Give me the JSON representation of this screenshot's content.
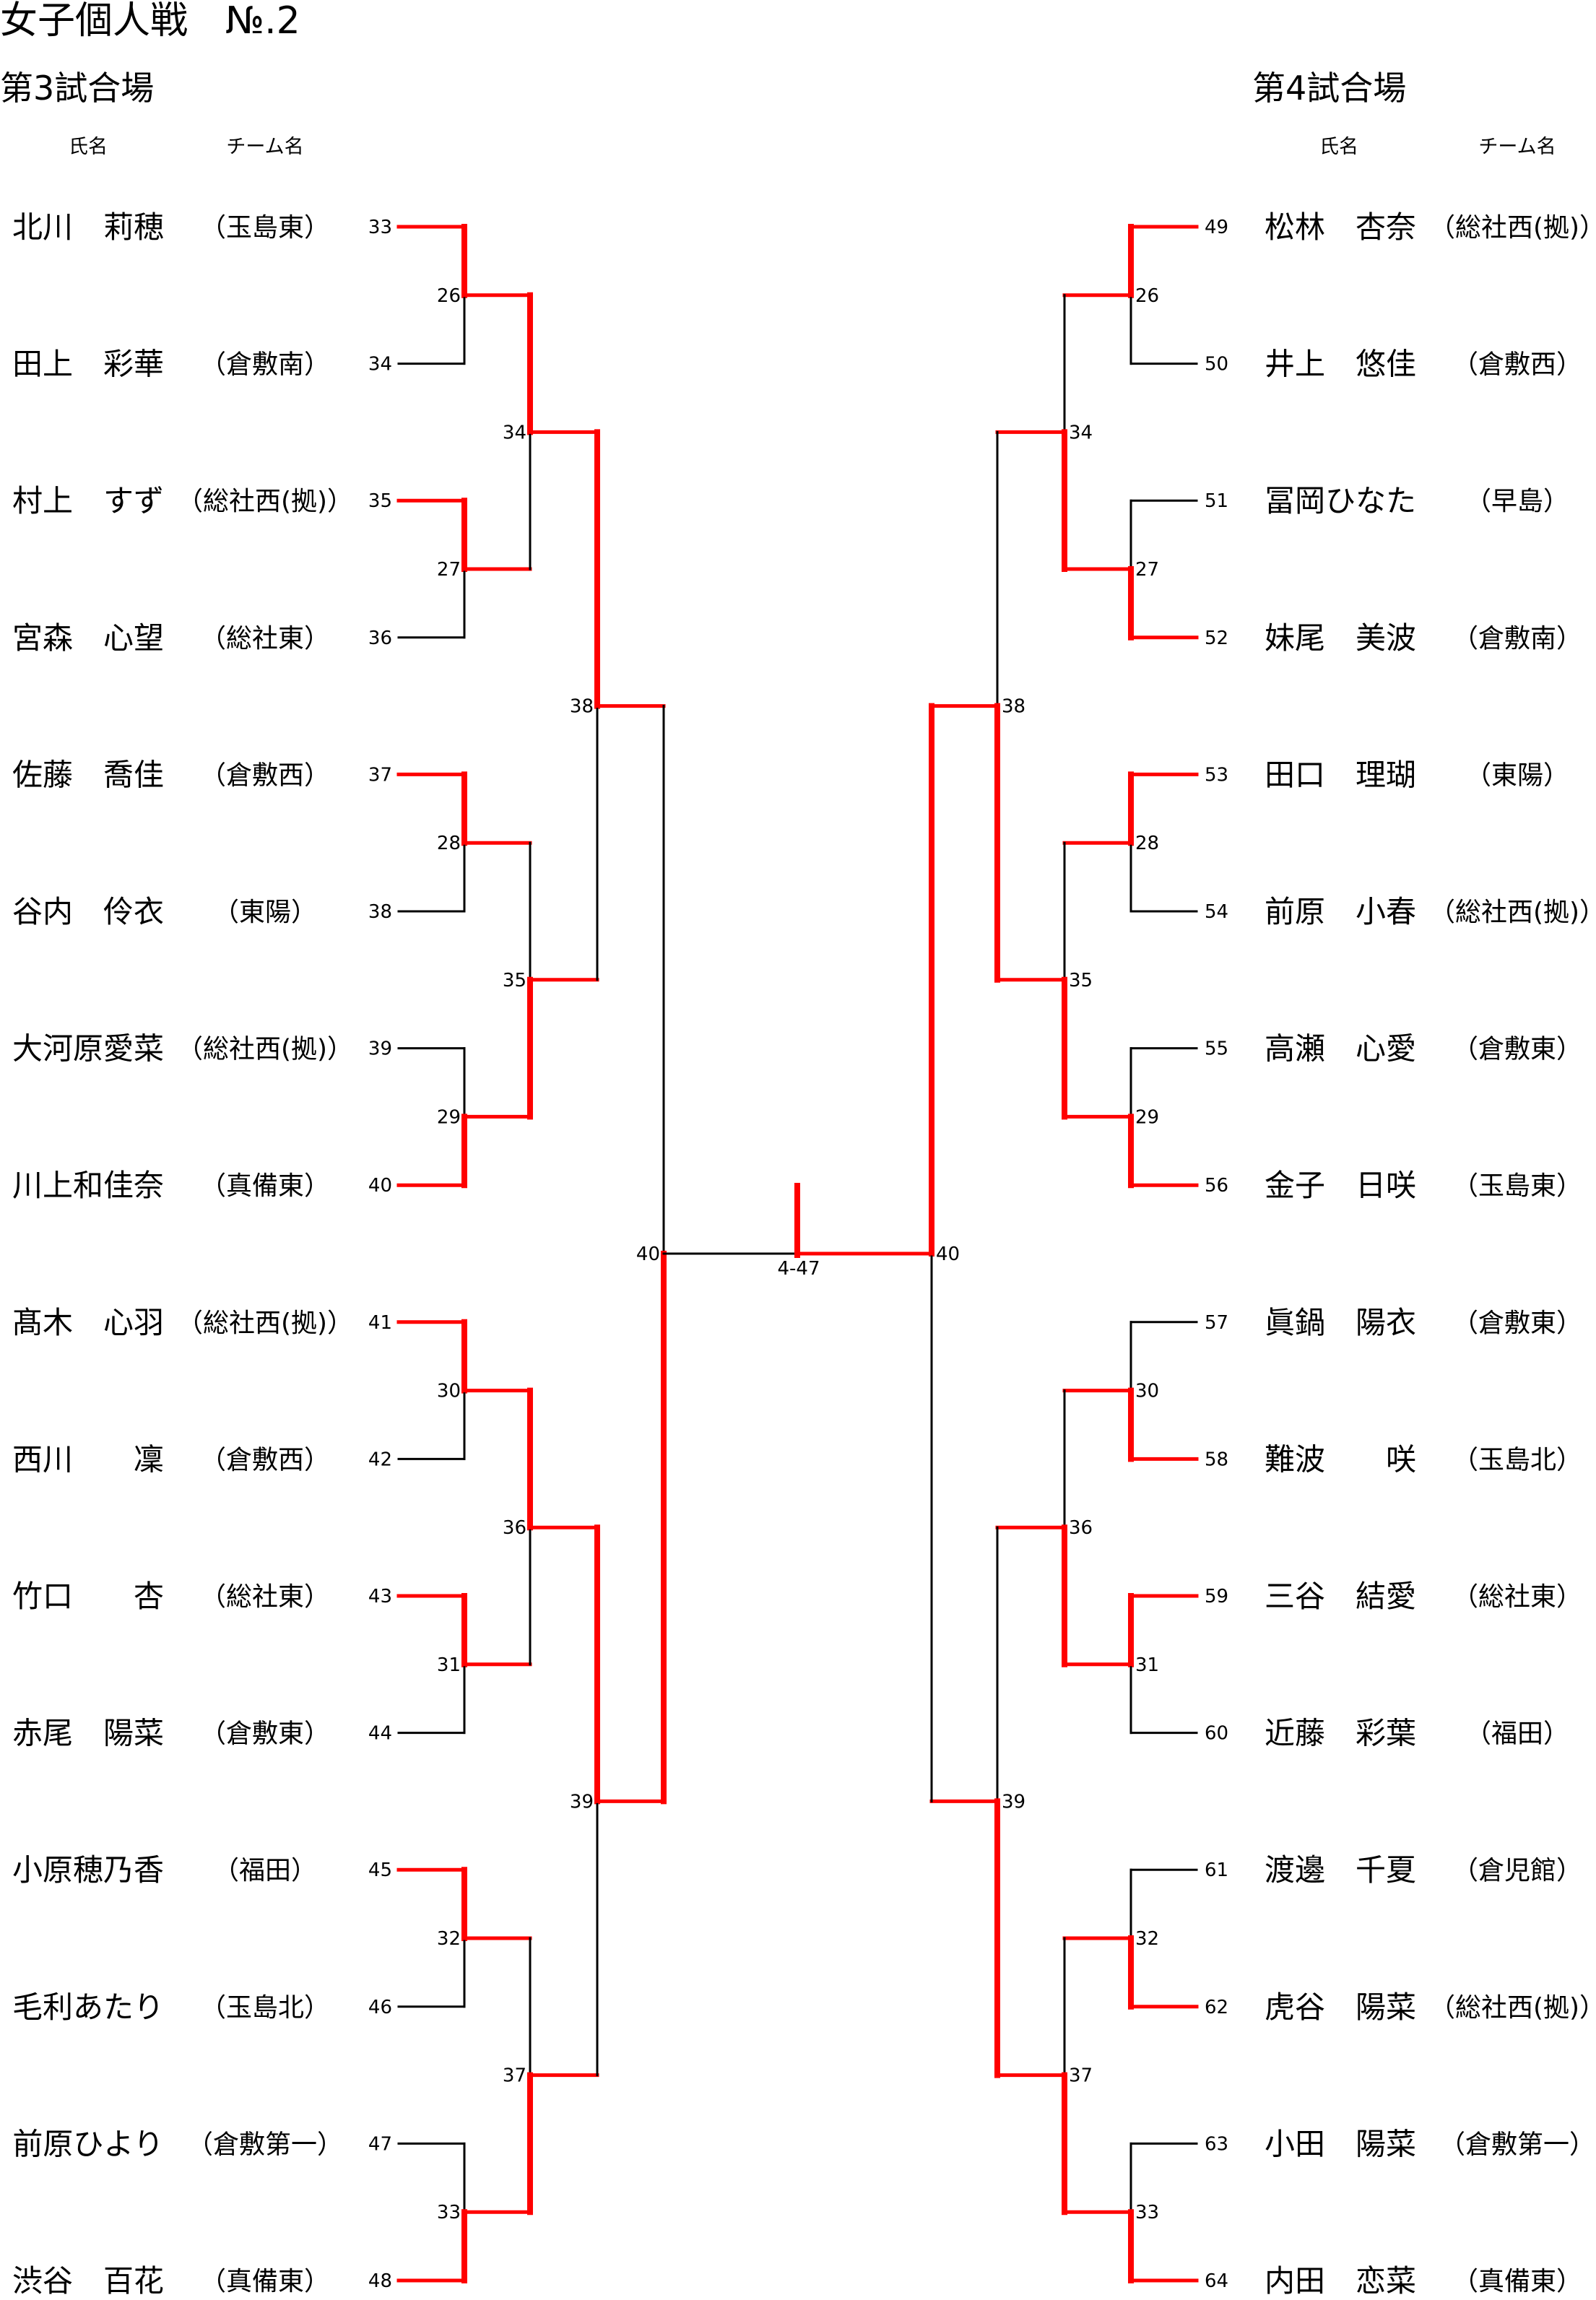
{
  "title": "女子個人戦　№.2",
  "colors": {
    "winner_line": "#ff0000",
    "line": "#000000"
  },
  "headers": {
    "name": "氏名",
    "team": "チーム名"
  },
  "left": {
    "venue": "第3試合場",
    "players": [
      {
        "seed": "33",
        "name": "北川　莉穂",
        "team": "（玉島東）"
      },
      {
        "seed": "34",
        "name": "田上　彩華",
        "team": "（倉敷南）"
      },
      {
        "seed": "35",
        "name": "村上　すず",
        "team": "（総社西(拠)）"
      },
      {
        "seed": "36",
        "name": "宮森　心望",
        "team": "（総社東）"
      },
      {
        "seed": "37",
        "name": "佐藤　喬佳",
        "team": "（倉敷西）"
      },
      {
        "seed": "38",
        "name": "谷内　伶衣",
        "team": "（東陽）"
      },
      {
        "seed": "39",
        "name": "大河原愛菜",
        "team": "（総社西(拠)）"
      },
      {
        "seed": "40",
        "name": "川上和佳奈",
        "team": "（真備東）"
      },
      {
        "seed": "41",
        "name": "髙木　心羽",
        "team": "（総社西(拠)）"
      },
      {
        "seed": "42",
        "name": "西川　　凜",
        "team": "（倉敷西）"
      },
      {
        "seed": "43",
        "name": "竹口　　杏",
        "team": "（総社東）"
      },
      {
        "seed": "44",
        "name": "赤尾　陽菜",
        "team": "（倉敷東）"
      },
      {
        "seed": "45",
        "name": "小原穂乃香",
        "team": "（福田）"
      },
      {
        "seed": "46",
        "name": "毛利あたり",
        "team": "（玉島北）"
      },
      {
        "seed": "47",
        "name": "前原ひより",
        "team": "（倉敷第一）"
      },
      {
        "seed": "48",
        "name": "渋谷　百花",
        "team": "（真備東）"
      }
    ],
    "rounds": [
      [
        {
          "no": "26",
          "winner": "top"
        },
        {
          "no": "27",
          "winner": "top"
        },
        {
          "no": "28",
          "winner": "top"
        },
        {
          "no": "29",
          "winner": "bottom"
        },
        {
          "no": "30",
          "winner": "top"
        },
        {
          "no": "31",
          "winner": "top"
        },
        {
          "no": "32",
          "winner": "top"
        },
        {
          "no": "33",
          "winner": "bottom"
        }
      ],
      [
        {
          "no": "34",
          "winner": "top"
        },
        {
          "no": "35",
          "winner": "bottom"
        },
        {
          "no": "36",
          "winner": "top"
        },
        {
          "no": "37",
          "winner": "bottom"
        }
      ],
      [
        {
          "no": "38",
          "winner": "top"
        },
        {
          "no": "39",
          "winner": "top"
        }
      ],
      [
        {
          "no": "40",
          "winner": "bottom"
        }
      ]
    ]
  },
  "right": {
    "venue": "第4試合場",
    "players": [
      {
        "seed": "49",
        "name": "松林　杏奈",
        "team": "（総社西(拠)）"
      },
      {
        "seed": "50",
        "name": "井上　悠佳",
        "team": "（倉敷西）"
      },
      {
        "seed": "51",
        "name": "冨岡ひなた",
        "team": "（早島）"
      },
      {
        "seed": "52",
        "name": "妹尾　美波",
        "team": "（倉敷南）"
      },
      {
        "seed": "53",
        "name": "田口　理瑚",
        "team": "（東陽）"
      },
      {
        "seed": "54",
        "name": "前原　小春",
        "team": "（総社西(拠)）"
      },
      {
        "seed": "55",
        "name": "高瀬　心愛",
        "team": "（倉敷東）"
      },
      {
        "seed": "56",
        "name": "金子　日咲",
        "team": "（玉島東）"
      },
      {
        "seed": "57",
        "name": "眞鍋　陽衣",
        "team": "（倉敷東）"
      },
      {
        "seed": "58",
        "name": "難波　　咲",
        "team": "（玉島北）"
      },
      {
        "seed": "59",
        "name": "三谷　結愛",
        "team": "（総社東）"
      },
      {
        "seed": "60",
        "name": "近藤　彩葉",
        "team": "（福田）"
      },
      {
        "seed": "61",
        "name": "渡邊　千夏",
        "team": "（倉児館）"
      },
      {
        "seed": "62",
        "name": "虎谷　陽菜",
        "team": "（総社西(拠)）"
      },
      {
        "seed": "63",
        "name": "小田　陽菜",
        "team": "（倉敷第一）"
      },
      {
        "seed": "64",
        "name": "内田　恋菜",
        "team": "（真備東）"
      }
    ],
    "rounds": [
      [
        {
          "no": "26",
          "winner": "top"
        },
        {
          "no": "27",
          "winner": "bottom"
        },
        {
          "no": "28",
          "winner": "top"
        },
        {
          "no": "29",
          "winner": "bottom"
        },
        {
          "no": "30",
          "winner": "bottom"
        },
        {
          "no": "31",
          "winner": "top"
        },
        {
          "no": "32",
          "winner": "bottom"
        },
        {
          "no": "33",
          "winner": "bottom"
        }
      ],
      [
        {
          "no": "34",
          "winner": "bottom"
        },
        {
          "no": "35",
          "winner": "bottom"
        },
        {
          "no": "36",
          "winner": "bottom"
        },
        {
          "no": "37",
          "winner": "bottom"
        }
      ],
      [
        {
          "no": "38",
          "winner": "bottom"
        },
        {
          "no": "39",
          "winner": "bottom"
        }
      ],
      [
        {
          "no": "40",
          "winner": "top"
        }
      ]
    ]
  },
  "final": {
    "no": "4-47",
    "winner": "right"
  }
}
